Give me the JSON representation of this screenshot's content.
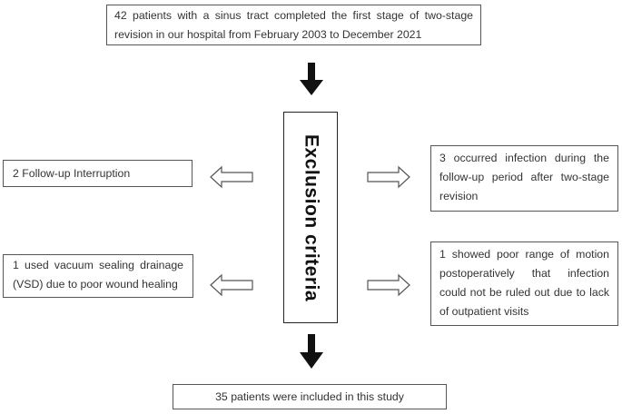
{
  "flowchart": {
    "top_box": "42 patients with a sinus tract completed the first stage of two-stage revision in our hospital from February 2003 to December 2021",
    "center_label": "Exclusion criteria",
    "left_boxes": [
      "2 Follow-up Interruption",
      "1 used vacuum sealing drainage (VSD) due to poor wound healing"
    ],
    "right_boxes": [
      "3 occurred infection during the follow-up period after two-stage revision",
      "1 showed poor range of motion postoperatively that infection could not be ruled out due to lack of outpatient visits"
    ],
    "bottom_box": "35 patients were included in this study"
  },
  "colors": {
    "box_border": "#555555",
    "center_border": "#222222",
    "solid_arrow": "#111111",
    "hollow_arrow_stroke": "#555555",
    "text": "#333333"
  }
}
